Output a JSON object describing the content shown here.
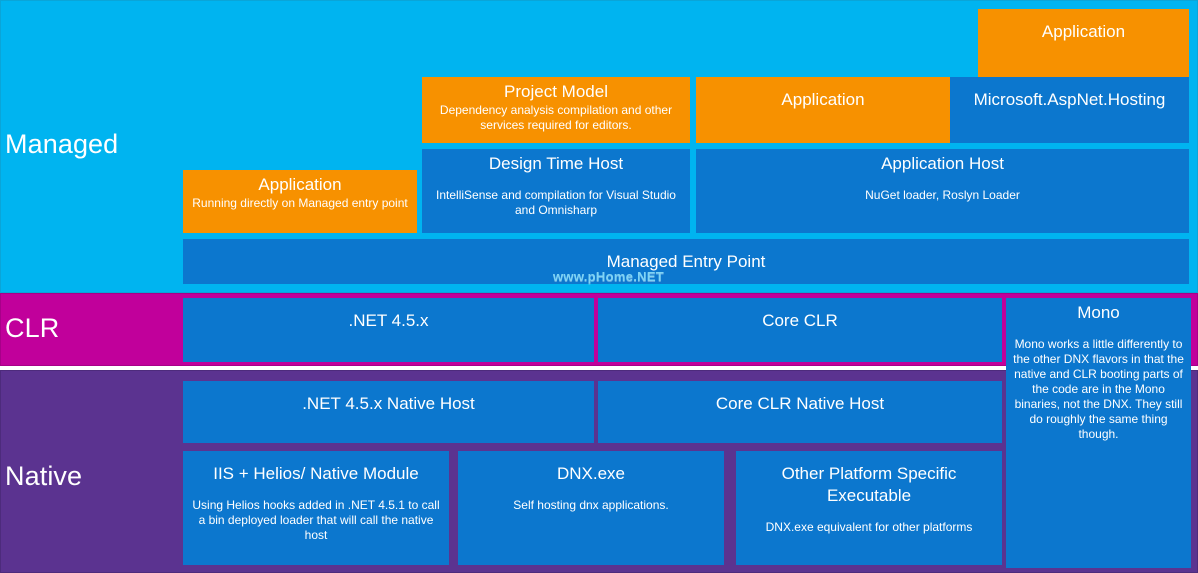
{
  "diagram": {
    "watermark": "www.pHome.NET",
    "colors": {
      "managed_band": "#00B4F0",
      "clr_band": "#C1009B",
      "native_band": "#5B3390",
      "component_blue": "#0C77CE",
      "application_orange": "#F79100",
      "text": "#FFFFFF"
    },
    "bands": [
      {
        "id": "managed",
        "label": "Managed"
      },
      {
        "id": "clr",
        "label": "CLR"
      },
      {
        "id": "native",
        "label": "Native"
      }
    ]
  },
  "managed": {
    "app_top_right": {
      "title": "Application",
      "subtitle": ""
    },
    "project_model": {
      "title": "Project Model",
      "subtitle": "Dependency analysis compilation and other services required for editors."
    },
    "app_middle": {
      "title": "Application",
      "subtitle": ""
    },
    "aspnet_hosting": {
      "title": "Microsoft.AspNet.Hosting",
      "subtitle": ""
    },
    "app_left": {
      "title": "Application",
      "subtitle": "Running directly on Managed entry point"
    },
    "design_time_host": {
      "title": "Design Time Host",
      "subtitle": "IntelliSense and compilation for Visual Studio and Omnisharp"
    },
    "application_host": {
      "title": "Application Host",
      "subtitle": "NuGet loader, Roslyn Loader"
    },
    "managed_entry_point": {
      "title": "Managed Entry Point",
      "subtitle": ""
    }
  },
  "clr": {
    "net45": {
      "title": ".NET 4.5.x",
      "subtitle": ""
    },
    "core_clr": {
      "title": "Core CLR",
      "subtitle": ""
    },
    "mono": {
      "title": "Mono",
      "subtitle": "Mono works a little differently to the other DNX flavors in that the native and CLR booting parts of the code are in the Mono binaries, not the DNX. They still do roughly the same thing though."
    }
  },
  "native": {
    "net45_native_host": {
      "title": ".NET 4.5.x Native Host",
      "subtitle": ""
    },
    "core_clr_native_host": {
      "title": "Core CLR Native Host",
      "subtitle": ""
    },
    "iis_helios": {
      "title": "IIS + Helios/ Native Module",
      "subtitle": "Using Helios hooks added in .NET 4.5.1 to call a bin deployed loader that will call the native host"
    },
    "dnx_exe": {
      "title": "DNX.exe",
      "subtitle": "Self hosting dnx applications."
    },
    "other_platform": {
      "title": "Other Platform Specific Executable",
      "subtitle": "DNX.exe equivalent for other platforms"
    }
  }
}
